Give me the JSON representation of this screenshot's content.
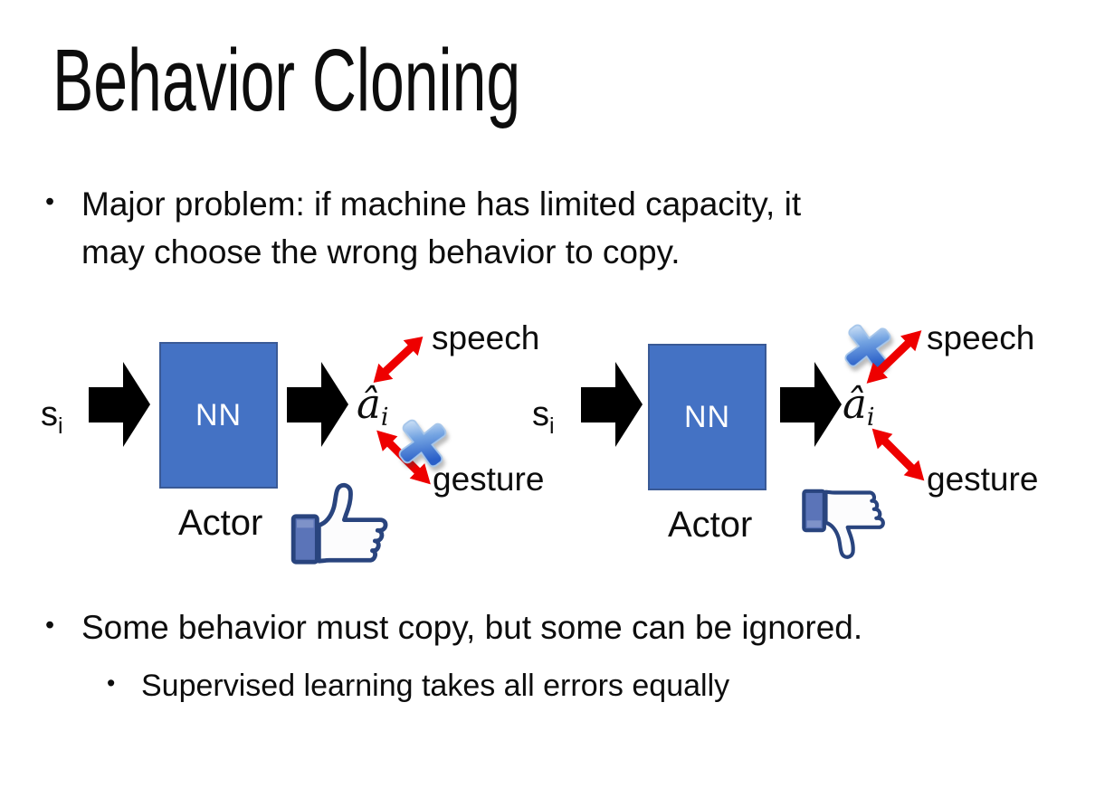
{
  "slide": {
    "title": "Behavior Cloning",
    "bullet_char": "•",
    "bullets": {
      "major_line1": "Major problem: if machine has limited capacity, it",
      "major_line2": "may choose the wrong behavior to copy.",
      "some": "Some behavior must copy, but some can be ignored.",
      "supervised": "Supervised learning takes all errors equally"
    }
  },
  "diagram": {
    "state_base": "s",
    "state_sub": "i",
    "nn_label": "NN",
    "actor_label": "Actor",
    "action_base": "â",
    "action_sub": "i",
    "speech_label": "speech",
    "gesture_label": "gesture",
    "left": {
      "feedback_icon": "thumbs-up",
      "crossed_out": "gesture"
    },
    "right": {
      "feedback_icon": "thumbs-down",
      "crossed_out": "speech"
    },
    "colors": {
      "nn_fill": "#4472c4",
      "nn_border": "#3a5a96",
      "black_arrow": "#000000",
      "red_arrow": "#ee0000",
      "cross_light": "#d6e7f8",
      "cross_mid": "#74a4e2",
      "cross_dark": "#2a5fc8",
      "thumb_outline": "#29447e",
      "thumb_cuff": "#5b74b8",
      "thumb_hand": "#fcfcfd"
    }
  }
}
